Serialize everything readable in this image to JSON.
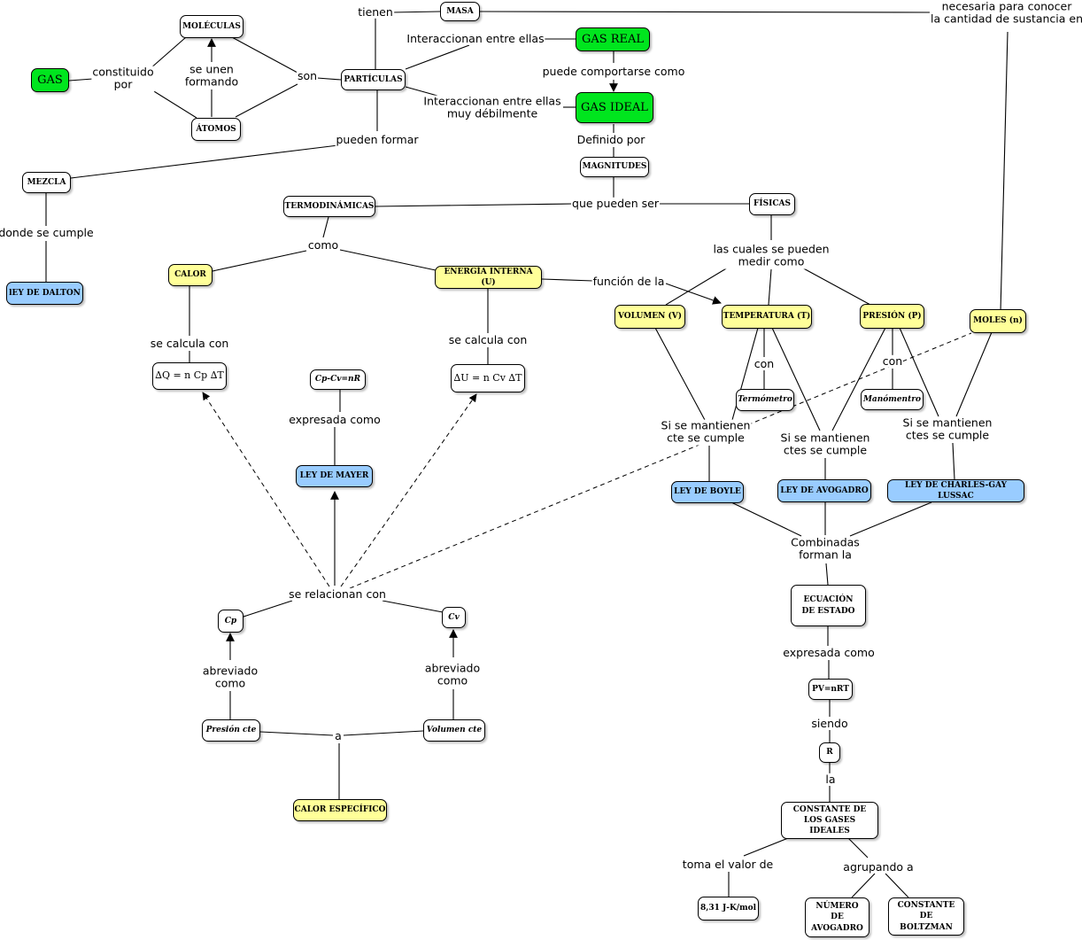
{
  "nodes": {
    "moleculas": "MOLÉCULAS",
    "masa": "MASA",
    "gas": "GAS",
    "particulas": "PARTÍCULAS",
    "gas_real": "GAS REAL",
    "gas_ideal": "GAS IDEAL",
    "atomos": "ÁTOMOS",
    "mezcla": "MEZCLA",
    "magnitudes": "MAGNITUDES",
    "termodinamicas": "TERMODINÁMICAS",
    "fisicas": "FÍSICAS",
    "ley_dalton": "lEY DE DALTON",
    "calor": "CALOR",
    "energia_interna": "ENERGÍA INTERNA (U)",
    "volumen": "VOLUMEN (V)",
    "temperatura": "TEMPERATURA (T)",
    "presion": "PRESIÓN (P)",
    "moles": "MOLES (n)",
    "delta_q": "∆Q = n Cp  ∆T",
    "cp_cv": "Cp-Cv=nR",
    "delta_u": "∆U = n Cv  ∆T",
    "termometro": "Termómetro",
    "manometro": "Manómentro",
    "ley_mayer": "LEY DE MAYER",
    "ley_boyle": "LEY DE BOYLE",
    "ley_avogadro": "LEY DE AVOGADRO",
    "ley_charles": "LEY DE CHARLES-GAY LUSSAC",
    "ecuacion": "ECUACIÓN DE ESTADO",
    "cp": "Cp",
    "cv": "Cv",
    "pv_nrt": "PV=nRT",
    "presion_cte": "Presión cte",
    "volumen_cte": "Volumen cte",
    "r": "R",
    "calor_especifico": "CALOR ESPECÍFICO",
    "constante_gases": "CONSTANTE DE LOS GASES IDEALES",
    "valor_r": "8,31 J-K/mol",
    "numero_avogadro": "NÚMERO DE AVOGADRO",
    "constante_boltzman": "CONSTANTE DE BOLTZMAN"
  },
  "links": {
    "tienen": "tienen",
    "necesaria": "necesaria para conocer\nla cantidad de sustancia en",
    "constituido": "constituido\npor",
    "se_unen": "se unen\nformando",
    "son": "son",
    "interaccionan": "Interaccionan entre ellas",
    "puede_comportarse": "puede comportarse como",
    "interaccionan_debil": "Interaccionan entre ellas\nmuy débilmente",
    "pueden_formar": "pueden formar",
    "definido_por": "Definido por",
    "donde_cumple": "donde se cumple",
    "que_pueden_ser": "que pueden ser",
    "como": "como",
    "las_cuales": "las cuales se pueden\nmedir como",
    "funcion_de": "función de  la",
    "se_calcula_1": "se calcula con",
    "se_calcula_2": "se calcula con",
    "con_1": "con",
    "con_2": "con",
    "expresada_1": "expresada como",
    "si_mantienen_1": "Si se mantienen\ncte se cumple",
    "si_mantienen_2": "Si se mantienen\nctes se cumple",
    "si_mantienen_3": "Si se mantienen\nctes se cumple",
    "combinadas": "Combinadas\nforman la",
    "se_relacionan": "se relacionan con",
    "expresada_2": "expresada como",
    "abreviado_1": "abreviado\ncomo",
    "abreviado_2": "abreviado\ncomo",
    "siendo": "siendo",
    "a": "a",
    "la": "la",
    "toma_valor": "toma el valor de",
    "agrupando": "agrupando a"
  },
  "colors": {
    "green": "#00e51e",
    "yellow": "#ffff99",
    "blue": "#99ccff",
    "white": "#ffffff",
    "line": "#000000"
  }
}
